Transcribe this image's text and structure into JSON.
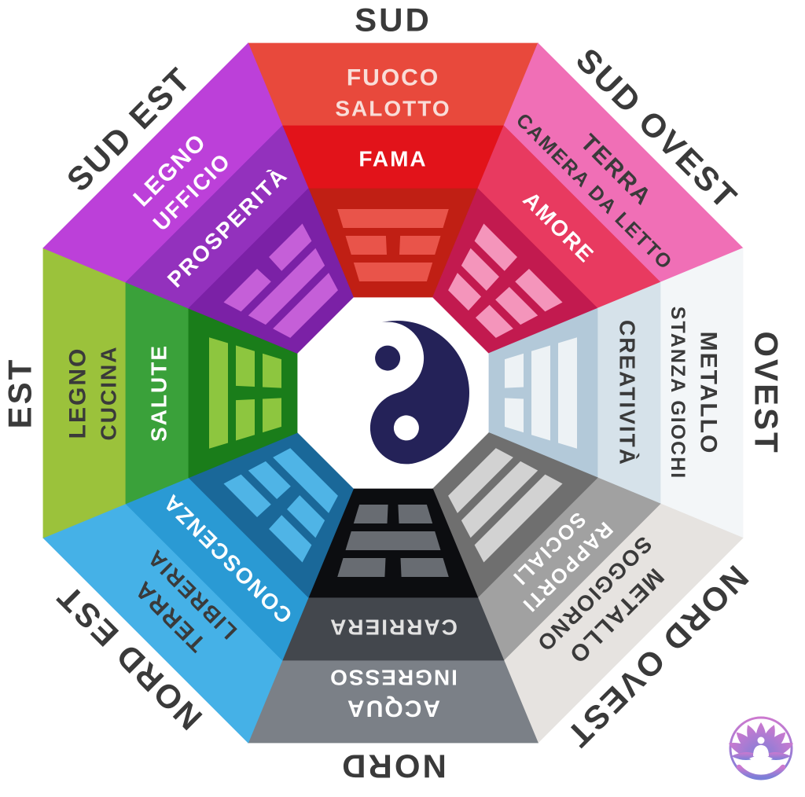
{
  "background": "#FFFFFF",
  "direction_label_color": "#3A3A3A",
  "center": {
    "yin_yang_color": "#242258",
    "hole_color": "#FFFFFF"
  },
  "logo": {
    "name": "lotus-meditation-logo",
    "gradient_top": "#CC79CF",
    "gradient_bottom": "#7B7FD8",
    "figure_color": "#FFFFFF"
  },
  "sectors": [
    {
      "id": "sud",
      "direction": "SUD",
      "angle": 0,
      "element": "FUOCO",
      "room": "SALOTTO",
      "aspect_lines": [
        "FAMA"
      ],
      "trigram": [
        "solid",
        "broken",
        "solid"
      ],
      "colors": {
        "outer": "#E8493C",
        "mid": "#E2131A",
        "inner": "#C01F14",
        "bar": "#E9544A"
      },
      "outer_text": "#F9DDD8",
      "mid_text": "#FFFFFF"
    },
    {
      "id": "sud-ovest",
      "direction": "SUD OVEST",
      "angle": 45,
      "element": "TERRA",
      "room": "CAMERA DA LETTO",
      "aspect_lines": [
        "AMORE"
      ],
      "trigram": [
        "broken",
        "broken",
        "broken"
      ],
      "colors": {
        "outer": "#F06FB6",
        "mid": "#E83A60",
        "inner": "#C21A4F",
        "bar": "#F495BB"
      },
      "outer_text": "#3A3A3A",
      "mid_text": "#FFFFFF"
    },
    {
      "id": "ovest",
      "direction": "OVEST",
      "angle": 90,
      "element": "METALLO",
      "room": "STANZA GIOCHI",
      "aspect_lines": [
        "CREATIVITÀ"
      ],
      "trigram": [
        "solid",
        "solid",
        "broken"
      ],
      "colors": {
        "outer": "#F3F6F8",
        "mid": "#D6E2EA",
        "inner": "#B3C9D9",
        "bar": "#EDF2F5"
      },
      "outer_text": "#3A3A3A",
      "mid_text": "#3A3A3A"
    },
    {
      "id": "nord-ovest",
      "direction": "NORD OVEST",
      "angle": 135,
      "element": "METALLO",
      "room": "SOGGIORNO",
      "aspect_lines": [
        "RAPPORTI",
        "SOCIALI"
      ],
      "trigram": [
        "solid",
        "solid",
        "solid"
      ],
      "colors": {
        "outer": "#E6E3E0",
        "mid": "#A1A1A1",
        "inner": "#6F6F6F",
        "bar": "#D2D2D2"
      },
      "outer_text": "#3A3A3A",
      "mid_text": "#FFFFFF"
    },
    {
      "id": "nord",
      "direction": "NORD",
      "angle": 180,
      "element": "ACQUA",
      "room": "INGRESSO",
      "aspect_lines": [
        "CARRIERA"
      ],
      "trigram": [
        "broken",
        "solid",
        "broken"
      ],
      "colors": {
        "outer": "#7B8087",
        "mid": "#43474D",
        "inner": "#0C0D10",
        "bar": "#686C72"
      },
      "outer_text": "#FFFFFF",
      "mid_text": "#E2E2E2"
    },
    {
      "id": "nord-est",
      "direction": "NORD EST",
      "angle": 225,
      "element": "TERRA",
      "room": "LIBRERIA",
      "aspect_lines": [
        "CONOSCENZA"
      ],
      "trigram": [
        "broken",
        "broken",
        "solid"
      ],
      "colors": {
        "outer": "#45B1E7",
        "mid": "#2A9AD4",
        "inner": "#1A6899",
        "bar": "#4FB4E6"
      },
      "outer_text": "#3A3A3A",
      "mid_text": "#FFFFFF"
    },
    {
      "id": "est",
      "direction": "EST",
      "angle": 270,
      "element": "LEGNO",
      "room": "CUCINA",
      "aspect_lines": [
        "SALUTE"
      ],
      "trigram": [
        "solid",
        "broken",
        "broken"
      ],
      "colors": {
        "outer": "#9BC23B",
        "mid": "#3AA13A",
        "inner": "#1A7D1A",
        "bar": "#8DC63F"
      },
      "outer_text": "#3A3A3A",
      "mid_text": "#FFFFFF"
    },
    {
      "id": "sud-est",
      "direction": "SUD EST",
      "angle": 315,
      "element": "LEGNO",
      "room": "UFFICIO",
      "aspect_lines": [
        "PROSPERITÀ"
      ],
      "trigram": [
        "broken",
        "solid",
        "solid"
      ],
      "colors": {
        "outer": "#BC40D9",
        "mid": "#9331BD",
        "inner": "#7B21A6",
        "bar": "#C55FD8"
      },
      "outer_text": "#FFFFFF",
      "mid_text": "#FFFFFF"
    }
  ]
}
